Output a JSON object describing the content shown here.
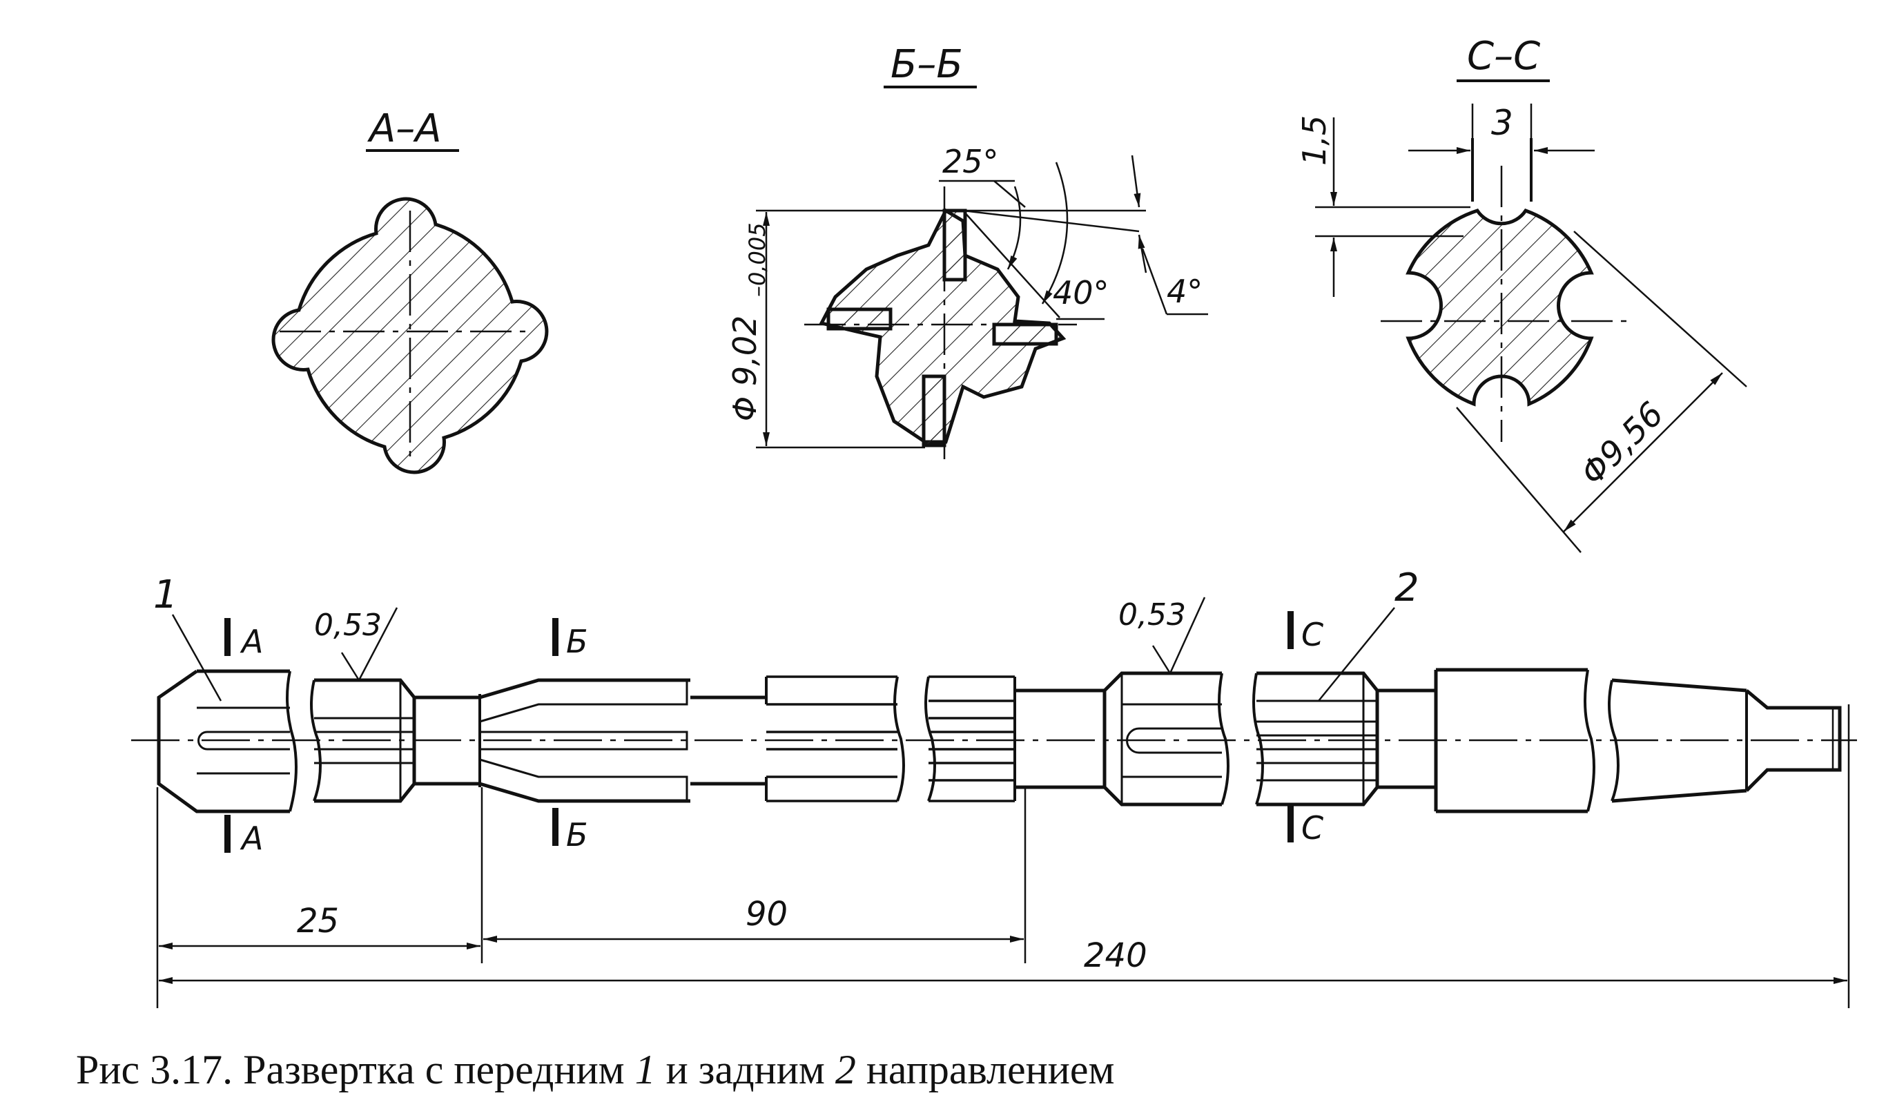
{
  "sections": {
    "aa": "А–А",
    "bb": "Б–Б",
    "cc": "С–С"
  },
  "section_marks": {
    "a": "А",
    "b": "Б",
    "c": "С"
  },
  "dimensions": {
    "angle_25": "25°",
    "angle_40": "40°",
    "angle_4": "4°",
    "diam_bb": "Φ 9,02",
    "diam_bb_tol": "–0,005",
    "width_3": "3",
    "depth_15": "1,5",
    "diam_cc": "Φ9,56",
    "land_front": "0,53",
    "land_rear": "0,53",
    "len_25": "25",
    "len_90": "90",
    "len_240": "240"
  },
  "callouts": {
    "front": "1",
    "rear": "2"
  },
  "caption": {
    "prefix": "Рис  3.17. Развертка с передним ",
    "num1": "1",
    "mid": " и задним ",
    "num2": "2",
    "suffix": " направлением"
  }
}
